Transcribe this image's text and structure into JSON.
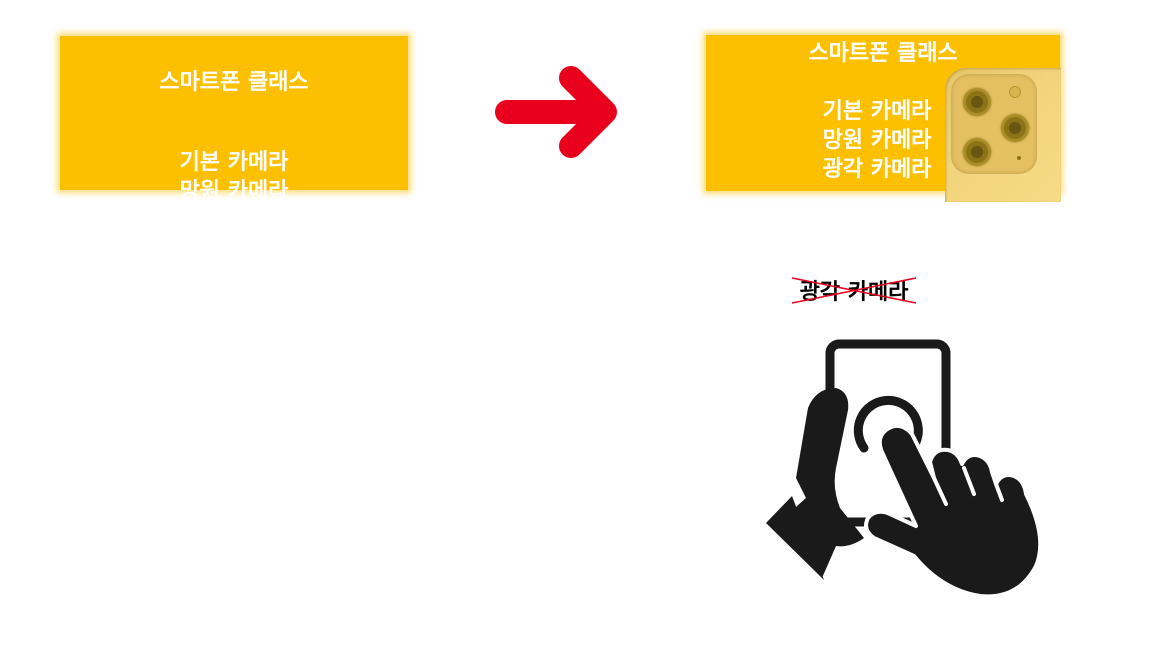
{
  "left_box": {
    "title": "스마트폰 클래스",
    "cameras": [
      "기본 카메라",
      "망원 카메라"
    ]
  },
  "right_box": {
    "title": "스마트폰 클래스",
    "cameras": [
      "기본 카메라",
      "망원 카메라",
      "광각 카메라"
    ]
  },
  "crossed_out": {
    "label": "광각 카메라"
  },
  "colors": {
    "box_fill": "#fdc000",
    "arrow": "#e8001c",
    "strike": "#e8001c",
    "icon": "#1a1a1a"
  },
  "icons": {
    "arrow": "right-arrow-icon",
    "phone_camera": "phone-camera-image",
    "touch": "hand-touch-phone-icon"
  }
}
